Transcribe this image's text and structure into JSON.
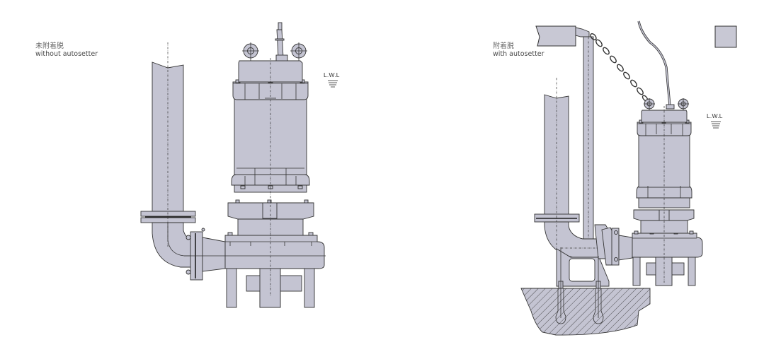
{
  "figures": [
    {
      "id": "without-autosetter",
      "caption_zh": "未附着脱",
      "caption_en": "without autosetter",
      "water_level_label": "L.W.L"
    },
    {
      "id": "with-autosetter",
      "caption_zh": "附着脱",
      "caption_en": "with autosetter",
      "water_level_label": "L.W.L"
    }
  ],
  "colors": {
    "body_fill": "#c4c4d2",
    "outline": "#333333",
    "caption_text": "#4a4a4a"
  }
}
